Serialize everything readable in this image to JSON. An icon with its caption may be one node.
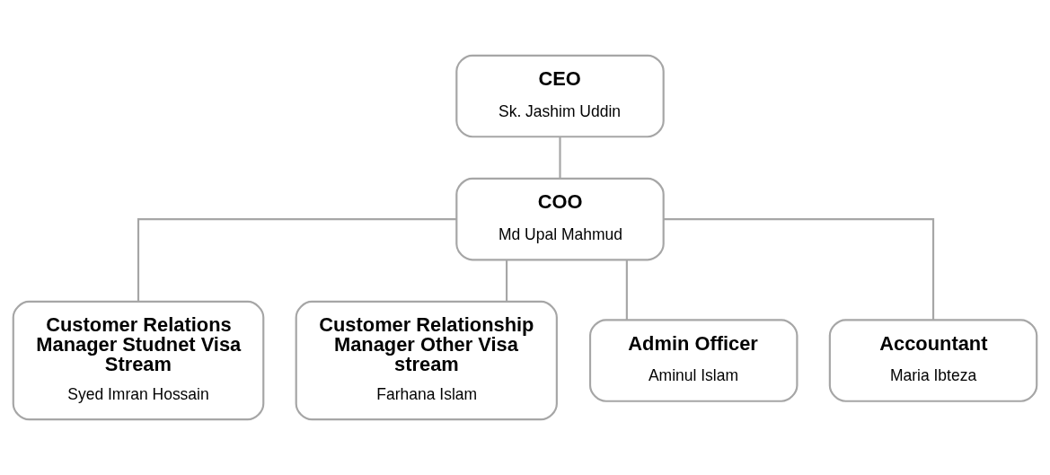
{
  "diagram": {
    "nodes": [
      {
        "text": [
          "CEO",
          "Sk. Jashim Uddin"
        ]
      },
      {
        "text": [
          "COO",
          "Md Upal Mahmud"
        ]
      },
      {
        "text": [
          "Customer Relations Manager Studnet Visa Stream",
          "Syed Imran Hossain"
        ]
      },
      {
        "text": [
          "Customer Relationship Manager Other Visa stream",
          "Farhana Islam"
        ]
      },
      {
        "text": [
          "Admin Officer",
          "Aminul Islam"
        ]
      },
      {
        "text": [
          "Accountant",
          "Maria Ibteza"
        ]
      }
    ],
    "edges": [
      {
        "from": 0,
        "to": 1,
        "arrow": "none"
      },
      {
        "from": 1,
        "to": 2,
        "arrow": "none"
      },
      {
        "from": 1,
        "to": 3,
        "arrow": "none"
      },
      {
        "from": 1,
        "to": 4,
        "arrow": "none"
      },
      {
        "from": 1,
        "to": 5,
        "arrow": "none"
      }
    ]
  }
}
